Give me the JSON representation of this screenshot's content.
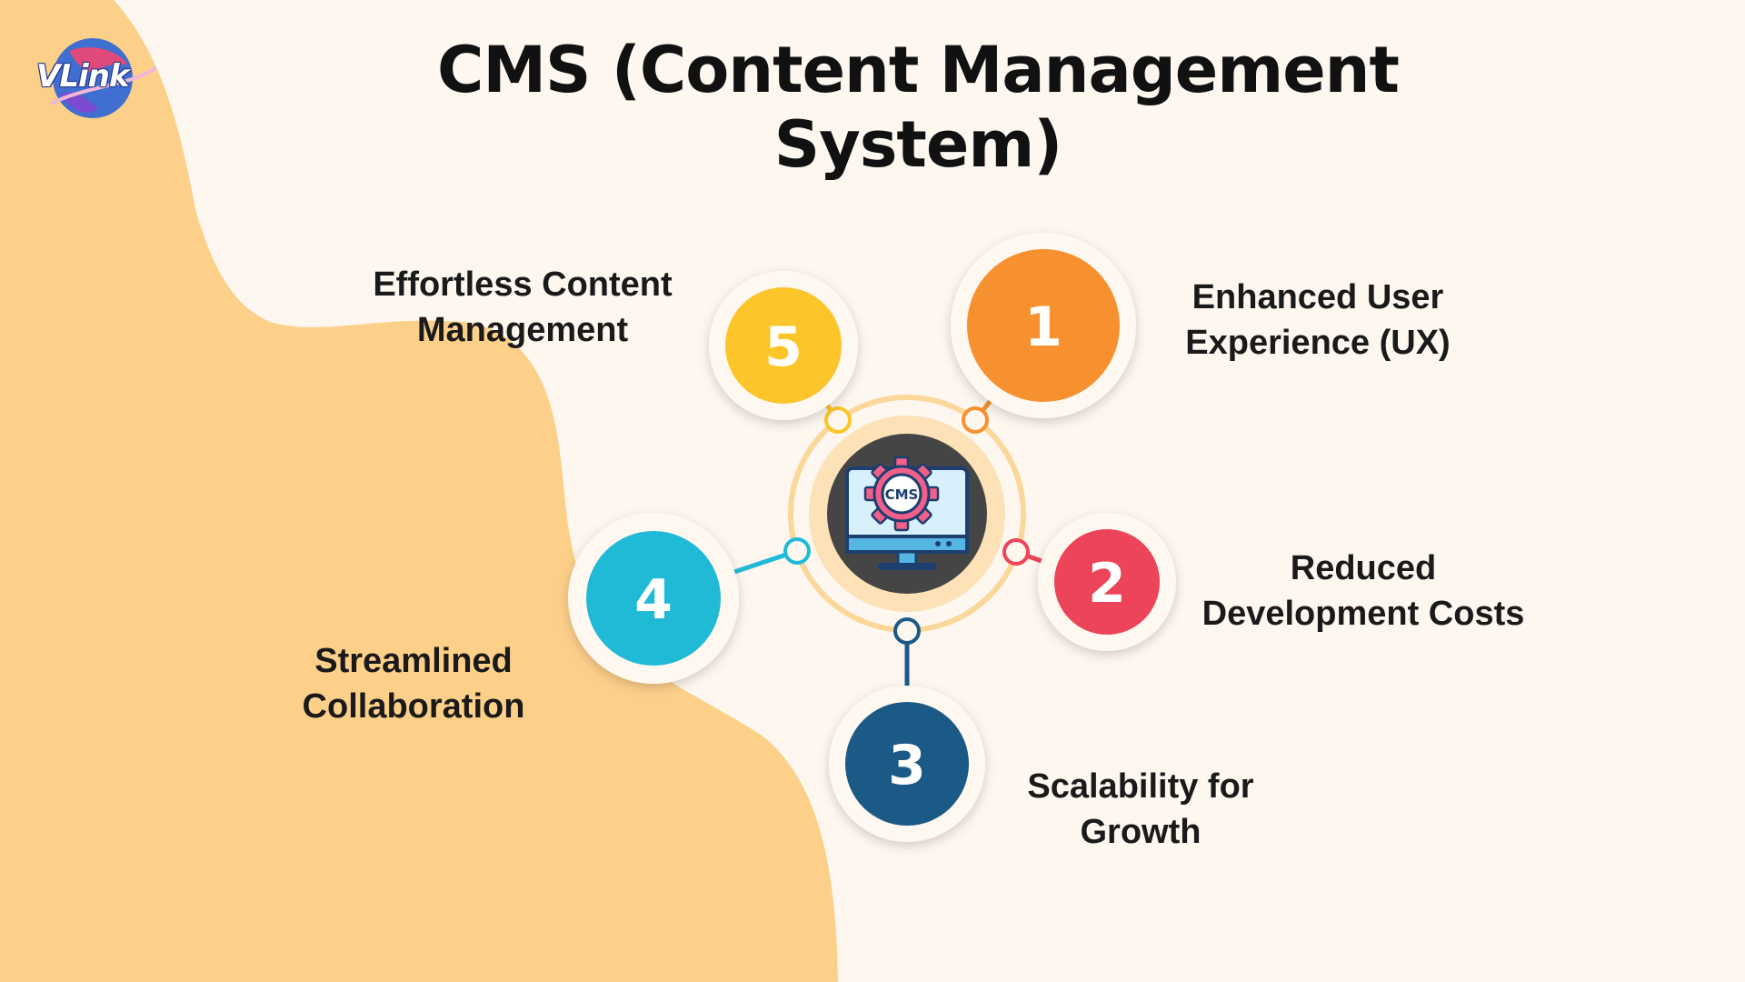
{
  "header": {
    "title": "CMS (Content Management System)",
    "logo_text": "VLink"
  },
  "center": {
    "icon_text": "CMS",
    "icon": "monitor-gear-icon"
  },
  "items": [
    {
      "number": "1",
      "line1": "Enhanced User",
      "line2": "Experience (UX)",
      "color": "#f7902e"
    },
    {
      "number": "2",
      "line1": "Reduced",
      "line2": "Development Costs",
      "color": "#ec4458"
    },
    {
      "number": "3",
      "line1": "Scalability for",
      "line2": "Growth",
      "color": "#1b5987"
    },
    {
      "number": "4",
      "line1": "Streamlined",
      "line2": "Collaboration",
      "color": "#20bad6"
    },
    {
      "number": "5",
      "line1": "Effortless Content",
      "line2": "Management",
      "color": "#fcc52a"
    }
  ],
  "colors": {
    "background": "#fdf7ef",
    "blob": "#fdd08a",
    "center_dark": "#454545"
  }
}
